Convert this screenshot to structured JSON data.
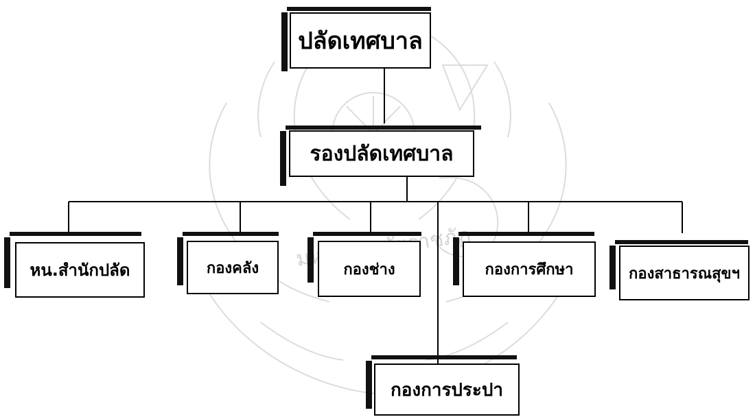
{
  "diagram": {
    "nodes": {
      "head": "ปลัดเทศบาล",
      "deputy": "รองปลัดเทศบาล",
      "office": "หน.สำนักปลัด",
      "finance": "กองคลัง",
      "engineering": "กองช่าง",
      "education": "กองการศึกษา",
      "health": "กองสาธารณสุขฯ",
      "water": "กองการประปา"
    },
    "watermark": {
      "text": "มหาวิทยาลัยราชภัฏ",
      "color": "#d9d9d9"
    }
  },
  "colors": {
    "line": "#000000",
    "shadow": "#111111",
    "box": "#ffffff"
  }
}
